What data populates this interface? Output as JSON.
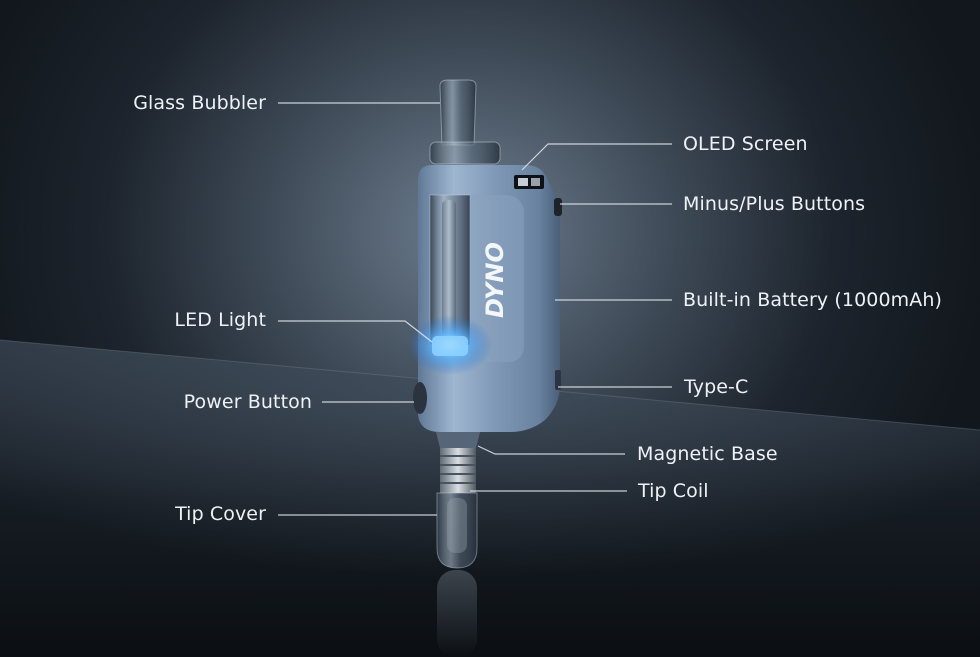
{
  "brand": {
    "logo_text": "DYNO",
    "body_color": "#7f9ab7",
    "glow_color": "#5fb8ff"
  },
  "callouts": {
    "glass_bubbler": "Glass Bubbler",
    "oled_screen": "OLED Screen",
    "minus_plus_buttons": "Minus/Plus Buttons",
    "built_in_battery": "Built-in Battery (1000mAh)",
    "led_light": "LED Light",
    "type_c": "Type-C",
    "power_button": "Power Button",
    "magnetic_base": "Magnetic Base",
    "tip_coil": "Tip Coil",
    "tip_cover": "Tip Cover"
  }
}
